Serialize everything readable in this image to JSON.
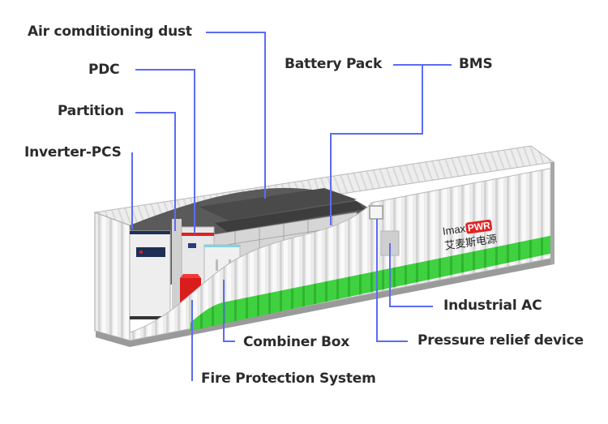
{
  "diagram": {
    "subject": "Battery energy storage container cutaway",
    "leader_color": "#5b6cf5",
    "accent_green": "#3fd13f",
    "fire_red": "#d91c1c",
    "labels": {
      "air_conditioning_duct": "Air comditioning dust",
      "pdc": "PDC",
      "partition": "Partition",
      "inverter_pcs": "Inverter-PCS",
      "battery_pack": "Battery Pack",
      "bms": "BMS",
      "industrial_ac": "Industrial AC",
      "pressure_relief": "Pressure relief device",
      "combiner_box": "Combiner Box",
      "fire_protection": "Fire Protection System"
    },
    "brand": {
      "latin_prefix": "Imax",
      "latin_badge": "PWR",
      "chinese": "艾麦斯电源"
    }
  }
}
